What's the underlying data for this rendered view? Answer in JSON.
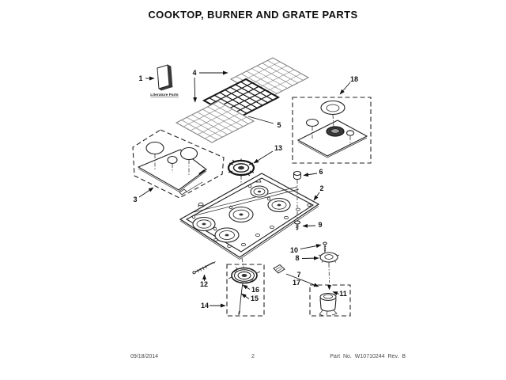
{
  "page": {
    "title": "COOKTOP, BURNER AND GRATE PARTS",
    "footer": {
      "date": "09/18/2014",
      "page_number": "2",
      "part_number": "Part No. W10710244 Rev. B"
    }
  },
  "diagram": {
    "literature_label": "Literature Parts",
    "callouts": [
      "1",
      "2",
      "3",
      "4",
      "5",
      "6",
      "7",
      "8",
      "9",
      "10",
      "11",
      "12",
      "13",
      "14",
      "15",
      "16",
      "17",
      "18"
    ]
  }
}
